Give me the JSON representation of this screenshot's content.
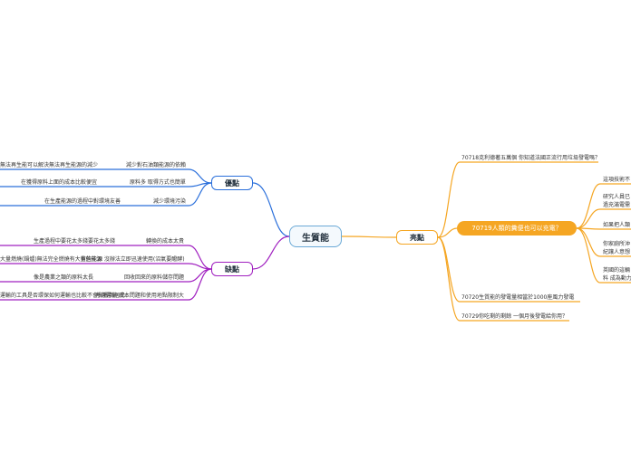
{
  "central": "生質能",
  "branches": {
    "pros": {
      "label": "優點",
      "color": "#2a6fdb",
      "items": [
        {
          "left": "無法再生能可以解決無法再生能源的減少",
          "right": "減少對石油類能源的依賴"
        },
        {
          "left": "在獲得原料上面的成本比較便宜",
          "right": "原料多 取得方式也簡單"
        },
        {
          "left": "在生產能源的過程中對環境友善",
          "right": "減少環境污染"
        }
      ]
    },
    "cons": {
      "label": "缺點",
      "color": "#a020c0",
      "items": [
        {
          "left": "生產過程中要花太多錢要花太多錢",
          "right": "轉換的成本太貴"
        },
        {
          "left": "大量燃燒(鍋爐)無法完全燃燒有大量的能源",
          "right": "有些能源 沒辦法立即迅速使用(沼氣要醱酵)"
        },
        {
          "left": "像是農業之類的原料太長",
          "right": "回收回來的原料儲存問題"
        },
        {
          "left": "運輸的工具是否環保如何運輸也比較不會影響到居民",
          "right": "考慮運輸 成本問題和使用地點限制大"
        }
      ]
    },
    "highlights": {
      "label": "亮點",
      "color": "#f5a623",
      "items": [
        {
          "text": "70718克利德著五萬個 你知道法國正流行用垃圾發電嗎？"
        },
        {
          "text": "70719人類的糞便也可以充電？",
          "highlight": true,
          "children": [
            "這項技術不",
            "研究人員已",
            "過充滿電需",
            "如果把人類",
            "你家廁所沖",
            "紀讓人意想",
            "英國的這輛",
            "料 成為動力"
          ]
        },
        {
          "text": "70720生質能的發電量相當於1000座風力發電"
        },
        {
          "text": "70729你吃剩的剩餘 一個月後發電給你用？"
        }
      ]
    }
  }
}
